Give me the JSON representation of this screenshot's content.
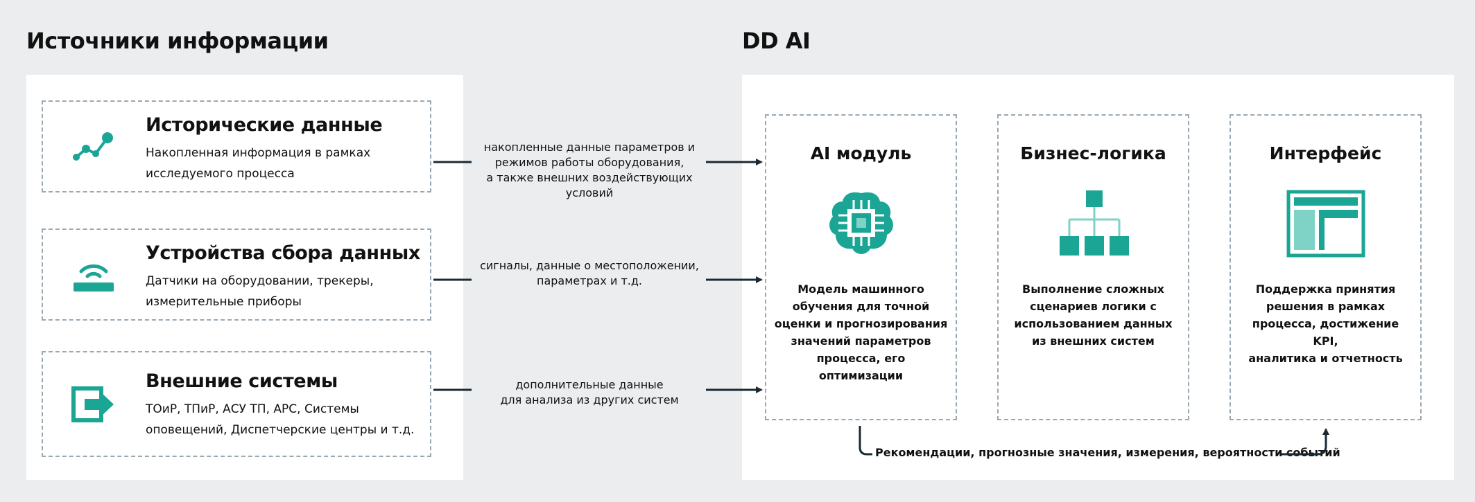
{
  "sources_section": {
    "title": "Источники информации",
    "items": [
      {
        "title": "Исторические данные",
        "desc": "Накопленная информация в рамках\nисследуемого процесса",
        "icon": "line-chart-icon"
      },
      {
        "title": "Устройства сбора данных",
        "desc": "Датчики на оборудовании, трекеры,\nизмерительные приборы",
        "icon": "wifi-router-icon"
      },
      {
        "title": "Внешние системы",
        "desc": "ТОиР, ТПиР, АСУ ТП, APC, Системы\nоповещений, Диспетчерские центры и т.д.",
        "icon": "import-arrow-icon"
      }
    ]
  },
  "flows": [
    {
      "label": "накопленные данные параметров и\nрежимов работы оборудования,\nа также внешних воздействующих\nусловий"
    },
    {
      "label": "сигналы, данные о местоположении,\nпараметрах и т.д."
    },
    {
      "label": "дополнительные данные\nдля анализа из других систем"
    }
  ],
  "ai_section": {
    "title": "DD AI",
    "modules": [
      {
        "title": "AI модуль",
        "desc": "Модель машинного\nобучения для точной\nоценки и прогнозирования\nзначений параметров\nпроцесса, его оптимизации",
        "icon": "ai-brain-chip-icon"
      },
      {
        "title": "Бизнес-логика",
        "desc": "Выполнение сложных\nсценариев логики с\nиспользованием данных\nиз внешних систем",
        "icon": "hierarchy-icon"
      },
      {
        "title": "Интерфейс",
        "desc": "Поддержка принятия\nрешения в рамках\nпроцесса, достижение KPI,\nаналитика и отчетность",
        "icon": "dashboard-layout-icon"
      }
    ],
    "feedback_label": "Рекомендации, прогнозные значения, измерения, вероятности событий"
  },
  "colors": {
    "accent": "#1aa595",
    "accent_light": "#7fd3c6",
    "dark": "#1a2a35",
    "border": "#9aa8b2",
    "background": "#ebedef",
    "panel": "#ffffff"
  }
}
